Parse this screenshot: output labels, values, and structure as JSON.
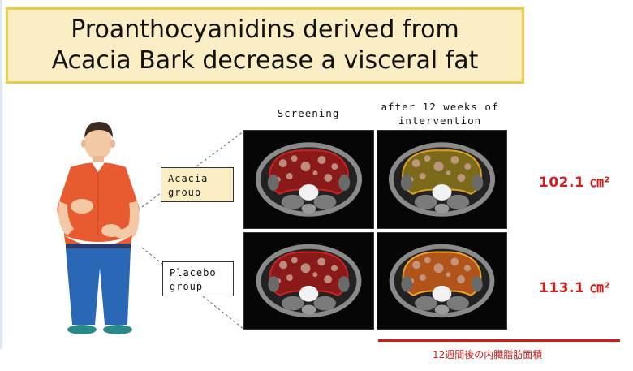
{
  "title": {
    "line1": "Proanthocyanidins derived from",
    "line2": "Acacia Bark decrease a visceral fat"
  },
  "columns": {
    "screening": "Screening",
    "after_line1": "after 12 weeks of",
    "after_line2": "intervention"
  },
  "groups": [
    {
      "line1": "Acacia",
      "line2": "group",
      "background": "#fbeec5",
      "measurement": "102.1 ㎝²"
    },
    {
      "line1": "Placebo",
      "line2": "group",
      "background": "#ffffff",
      "measurement": "113.1 ㎝²"
    }
  ],
  "caption": "12週間後の内臓脂肪面積",
  "colors": {
    "title_border": "#f0c84a",
    "title_fill": "#fbeec5",
    "accent_red": "#d11a1a",
    "fat_screening": "#8a1a1a",
    "fat_acacia_after": "#7a6a1a",
    "fat_placebo_after": "#b0541a"
  },
  "icons": [
    "person-figure-icon",
    "ct-scan-image"
  ]
}
